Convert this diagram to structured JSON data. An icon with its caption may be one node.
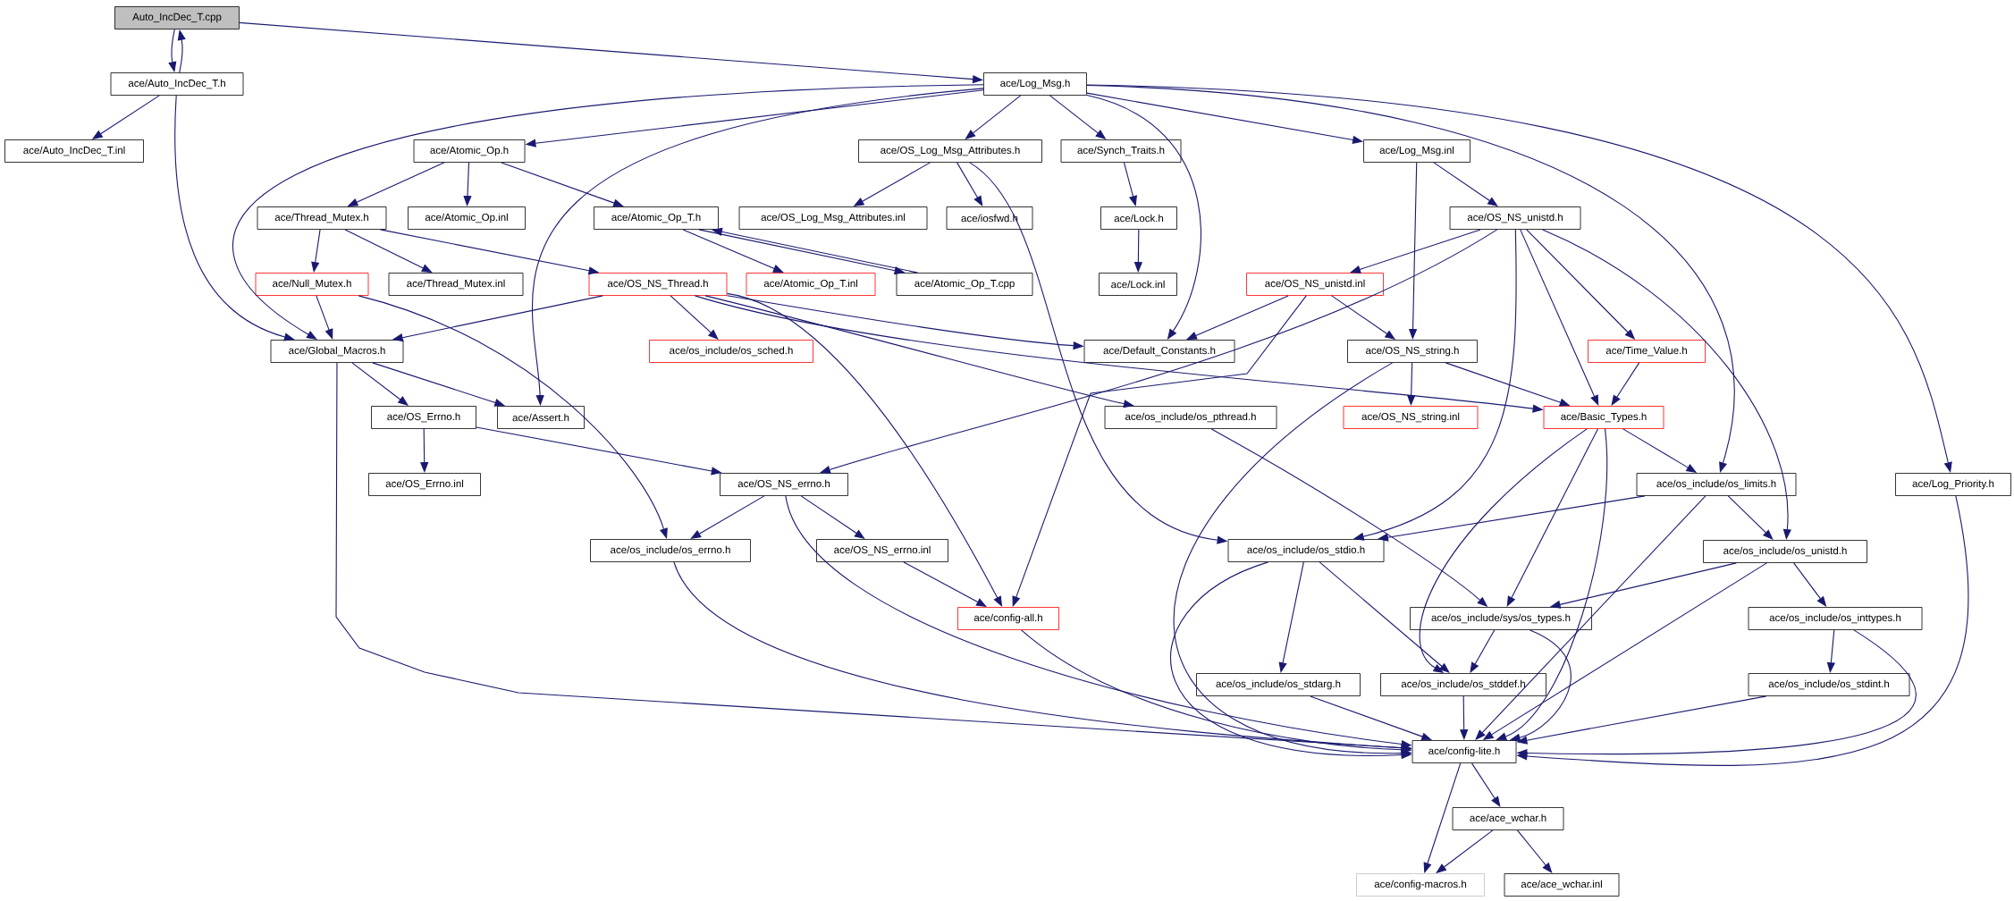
{
  "diagram": {
    "nodes": [
      {
        "text": [
          "Auto_IncDec_T.cpp"
        ]
      },
      {
        "text": [
          "ace/Auto_IncDec_T.h"
        ]
      },
      {
        "text": [
          "ace/Auto_IncDec_T.inl"
        ]
      },
      {
        "text": [
          "ace/Log_Msg.h"
        ]
      },
      {
        "text": [
          "ace/Atomic_Op.h"
        ]
      },
      {
        "text": [
          "ace/OS_Log_Msg_Attributes.h"
        ]
      },
      {
        "text": [
          "ace/Synch_Traits.h"
        ]
      },
      {
        "text": [
          "ace/Log_Msg.inl"
        ]
      },
      {
        "text": [
          "ace/Thread_Mutex.h"
        ]
      },
      {
        "text": [
          "ace/Atomic_Op.inl"
        ]
      },
      {
        "text": [
          "ace/Atomic_Op_T.h"
        ]
      },
      {
        "text": [
          "ace/OS_Log_Msg_Attributes.inl"
        ]
      },
      {
        "text": [
          "ace/iosfwd.h"
        ]
      },
      {
        "text": [
          "ace/Lock.h"
        ]
      },
      {
        "text": [
          "ace/OS_NS_unistd.h"
        ]
      },
      {
        "text": [
          "ace/Null_Mutex.h"
        ]
      },
      {
        "text": [
          "ace/Thread_Mutex.inl"
        ]
      },
      {
        "text": [
          "ace/OS_NS_Thread.h"
        ]
      },
      {
        "text": [
          "ace/Atomic_Op_T.inl"
        ]
      },
      {
        "text": [
          "ace/Atomic_Op_T.cpp"
        ]
      },
      {
        "text": [
          "ace/Lock.inl"
        ]
      },
      {
        "text": [
          "ace/OS_NS_unistd.inl"
        ]
      },
      {
        "text": [
          "ace/Global_Macros.h"
        ]
      },
      {
        "text": [
          "ace/os_include/os_sched.h"
        ]
      },
      {
        "text": [
          "ace/Default_Constants.h"
        ]
      },
      {
        "text": [
          "ace/OS_NS_string.h"
        ]
      },
      {
        "text": [
          "ace/Time_Value.h"
        ]
      },
      {
        "text": [
          "ace/OS_Errno.h"
        ]
      },
      {
        "text": [
          "ace/Assert.h"
        ]
      },
      {
        "text": [
          "ace/os_include/os_pthread.h"
        ]
      },
      {
        "text": [
          "ace/OS_NS_string.inl"
        ]
      },
      {
        "text": [
          "ace/Basic_Types.h"
        ]
      },
      {
        "text": [
          "ace/OS_Errno.inl"
        ]
      },
      {
        "text": [
          "ace/OS_NS_errno.h"
        ]
      },
      {
        "text": [
          "ace/os_include/os_limits.h"
        ]
      },
      {
        "text": [
          "ace/Log_Priority.h"
        ]
      },
      {
        "text": [
          "ace/os_include/os_errno.h"
        ]
      },
      {
        "text": [
          "ace/OS_NS_errno.inl"
        ]
      },
      {
        "text": [
          "ace/os_include/os_stdio.h"
        ]
      },
      {
        "text": [
          "ace/os_include/os_unistd.h"
        ]
      },
      {
        "text": [
          "ace/config-all.h"
        ]
      },
      {
        "text": [
          "ace/os_include/sys/os_types.h"
        ]
      },
      {
        "text": [
          "ace/os_include/os_inttypes.h"
        ]
      },
      {
        "text": [
          "ace/os_include/os_stdarg.h"
        ]
      },
      {
        "text": [
          "ace/os_include/os_stddef.h"
        ]
      },
      {
        "text": [
          "ace/os_include/os_stdint.h"
        ]
      },
      {
        "text": [
          "ace/config-lite.h"
        ]
      },
      {
        "text": [
          "ace/ace_wchar.h"
        ]
      },
      {
        "text": [
          "ace/config-macros.h"
        ]
      },
      {
        "text": [
          "ace/ace_wchar.inl"
        ]
      }
    ],
    "edges": [
      {
        "from": 0,
        "to": 1,
        "arrow": "to"
      },
      {
        "from": 1,
        "to": 0,
        "arrow": "to"
      },
      {
        "from": 0,
        "to": 3,
        "arrow": "to"
      },
      {
        "from": 1,
        "to": 2,
        "arrow": "to"
      },
      {
        "from": 1,
        "to": 22,
        "arrow": "to"
      },
      {
        "from": 3,
        "to": 4,
        "arrow": "to"
      },
      {
        "from": 3,
        "to": 22,
        "arrow": "to"
      },
      {
        "from": 3,
        "to": 28,
        "arrow": "to"
      },
      {
        "from": 3,
        "to": 5,
        "arrow": "to"
      },
      {
        "from": 3,
        "to": 6,
        "arrow": "to"
      },
      {
        "from": 3,
        "to": 24,
        "arrow": "to"
      },
      {
        "from": 3,
        "to": 7,
        "arrow": "to"
      },
      {
        "from": 3,
        "to": 34,
        "arrow": "to"
      },
      {
        "from": 3,
        "to": 35,
        "arrow": "to"
      },
      {
        "from": 4,
        "to": 8,
        "arrow": "to"
      },
      {
        "from": 4,
        "to": 9,
        "arrow": "to"
      },
      {
        "from": 4,
        "to": 10,
        "arrow": "to"
      },
      {
        "from": 5,
        "to": 11,
        "arrow": "to"
      },
      {
        "from": 5,
        "to": 12,
        "arrow": "to"
      },
      {
        "from": 5,
        "to": 38,
        "arrow": "to"
      },
      {
        "from": 6,
        "to": 13,
        "arrow": "to"
      },
      {
        "from": 13,
        "to": 20,
        "arrow": "to"
      },
      {
        "from": 7,
        "to": 14,
        "arrow": "to"
      },
      {
        "from": 7,
        "to": 25,
        "arrow": "to"
      },
      {
        "from": 8,
        "to": 15,
        "arrow": "to"
      },
      {
        "from": 8,
        "to": 16,
        "arrow": "to"
      },
      {
        "from": 8,
        "to": 17,
        "arrow": "to"
      },
      {
        "from": 10,
        "to": 18,
        "arrow": "to"
      },
      {
        "from": 10,
        "to": 19,
        "arrow": "to"
      },
      {
        "from": 19,
        "to": 10,
        "arrow": "to"
      },
      {
        "from": 15,
        "to": 22,
        "arrow": "to"
      },
      {
        "from": 15,
        "to": 36,
        "arrow": "to"
      },
      {
        "from": 17,
        "to": 22,
        "arrow": "to"
      },
      {
        "from": 17,
        "to": 23,
        "arrow": "to"
      },
      {
        "from": 17,
        "to": 24,
        "arrow": "to"
      },
      {
        "from": 17,
        "to": 29,
        "arrow": "to"
      },
      {
        "from": 17,
        "to": 31,
        "arrow": "to"
      },
      {
        "from": 17,
        "to": 40,
        "arrow": "to"
      },
      {
        "from": 14,
        "to": 21,
        "arrow": "to"
      },
      {
        "from": 14,
        "to": 33,
        "arrow": "to"
      },
      {
        "from": 14,
        "to": 38,
        "arrow": "to"
      },
      {
        "from": 14,
        "to": 31,
        "arrow": "to"
      },
      {
        "from": 14,
        "to": 26,
        "arrow": "to"
      },
      {
        "from": 14,
        "to": 39,
        "arrow": "to"
      },
      {
        "from": 21,
        "to": 24,
        "arrow": "to"
      },
      {
        "from": 21,
        "to": 25,
        "arrow": "to"
      },
      {
        "from": 21,
        "to": 40,
        "arrow": "to"
      },
      {
        "from": 22,
        "to": 27,
        "arrow": "to"
      },
      {
        "from": 22,
        "to": 28,
        "arrow": "to"
      },
      {
        "from": 22,
        "to": 46,
        "arrow": "to"
      },
      {
        "from": 25,
        "to": 30,
        "arrow": "to"
      },
      {
        "from": 25,
        "to": 31,
        "arrow": "to"
      },
      {
        "from": 25,
        "to": 46,
        "arrow": "to"
      },
      {
        "from": 26,
        "to": 31,
        "arrow": "to"
      },
      {
        "from": 27,
        "to": 32,
        "arrow": "to"
      },
      {
        "from": 27,
        "to": 33,
        "arrow": "to"
      },
      {
        "from": 29,
        "to": 41,
        "arrow": "to"
      },
      {
        "from": 31,
        "to": 34,
        "arrow": "to"
      },
      {
        "from": 31,
        "to": 41,
        "arrow": "to"
      },
      {
        "from": 31,
        "to": 44,
        "arrow": "to"
      },
      {
        "from": 31,
        "to": 46,
        "arrow": "to"
      },
      {
        "from": 33,
        "to": 36,
        "arrow": "to"
      },
      {
        "from": 33,
        "to": 37,
        "arrow": "to"
      },
      {
        "from": 33,
        "to": 46,
        "arrow": "to"
      },
      {
        "from": 34,
        "to": 38,
        "arrow": "to"
      },
      {
        "from": 34,
        "to": 39,
        "arrow": "to"
      },
      {
        "from": 34,
        "to": 46,
        "arrow": "to"
      },
      {
        "from": 36,
        "to": 46,
        "arrow": "to"
      },
      {
        "from": 37,
        "to": 40,
        "arrow": "to"
      },
      {
        "from": 38,
        "to": 43,
        "arrow": "to"
      },
      {
        "from": 38,
        "to": 44,
        "arrow": "to"
      },
      {
        "from": 38,
        "to": 46,
        "arrow": "to"
      },
      {
        "from": 39,
        "to": 41,
        "arrow": "to"
      },
      {
        "from": 39,
        "to": 42,
        "arrow": "to"
      },
      {
        "from": 39,
        "to": 46,
        "arrow": "to"
      },
      {
        "from": 40,
        "to": 46,
        "arrow": "to"
      },
      {
        "from": 41,
        "to": 44,
        "arrow": "to"
      },
      {
        "from": 41,
        "to": 46,
        "arrow": "to"
      },
      {
        "from": 42,
        "to": 45,
        "arrow": "to"
      },
      {
        "from": 42,
        "to": 46,
        "arrow": "to"
      },
      {
        "from": 43,
        "to": 46,
        "arrow": "to"
      },
      {
        "from": 44,
        "to": 46,
        "arrow": "to"
      },
      {
        "from": 45,
        "to": 46,
        "arrow": "to"
      },
      {
        "from": 35,
        "to": 46,
        "arrow": "to"
      },
      {
        "from": 46,
        "to": 47,
        "arrow": "to"
      },
      {
        "from": 46,
        "to": 48,
        "arrow": "to"
      },
      {
        "from": 47,
        "to": 48,
        "arrow": "to"
      },
      {
        "from": 47,
        "to": 49,
        "arrow": "to"
      }
    ]
  }
}
